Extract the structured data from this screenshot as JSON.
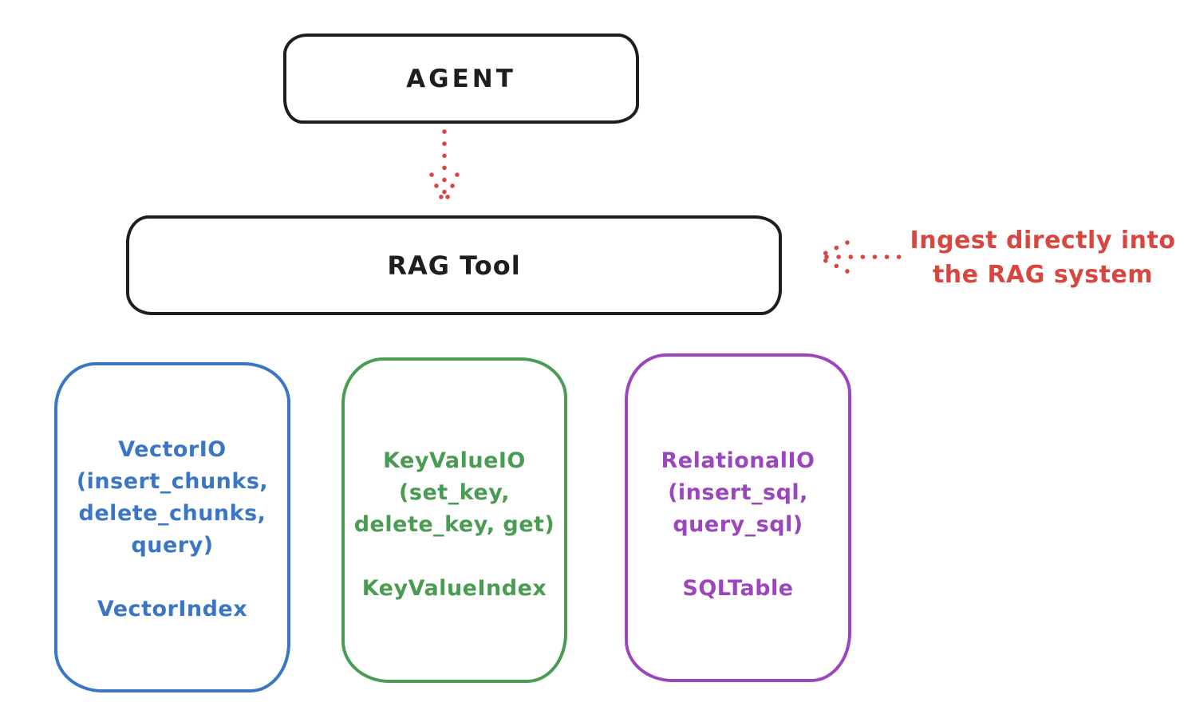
{
  "diagram": {
    "agent": {
      "label": "AGENT"
    },
    "rag_tool": {
      "label": "RAG Tool"
    },
    "annotation": {
      "line1": "Ingest directly into",
      "line2": "the RAG system"
    },
    "boxes": [
      {
        "id": "vector-io",
        "lines": [
          "VectorIO",
          "(insert_chunks,",
          "delete_chunks,",
          "query)"
        ],
        "index_label": "VectorIndex"
      },
      {
        "id": "keyvalue-io",
        "lines": [
          "KeyValueIO",
          "(set_key,",
          "delete_key, get)"
        ],
        "index_label": "KeyValueIndex"
      },
      {
        "id": "relational-io",
        "lines": [
          "RelationalIO",
          "(insert_sql,",
          "query_sql)"
        ],
        "index_label": "SQLTable"
      }
    ],
    "colors": {
      "black": "#1e1e1e",
      "red": "#d8473f",
      "blue": "#3b76c5",
      "green": "#4a9c52",
      "purple": "#9b46bd"
    }
  }
}
